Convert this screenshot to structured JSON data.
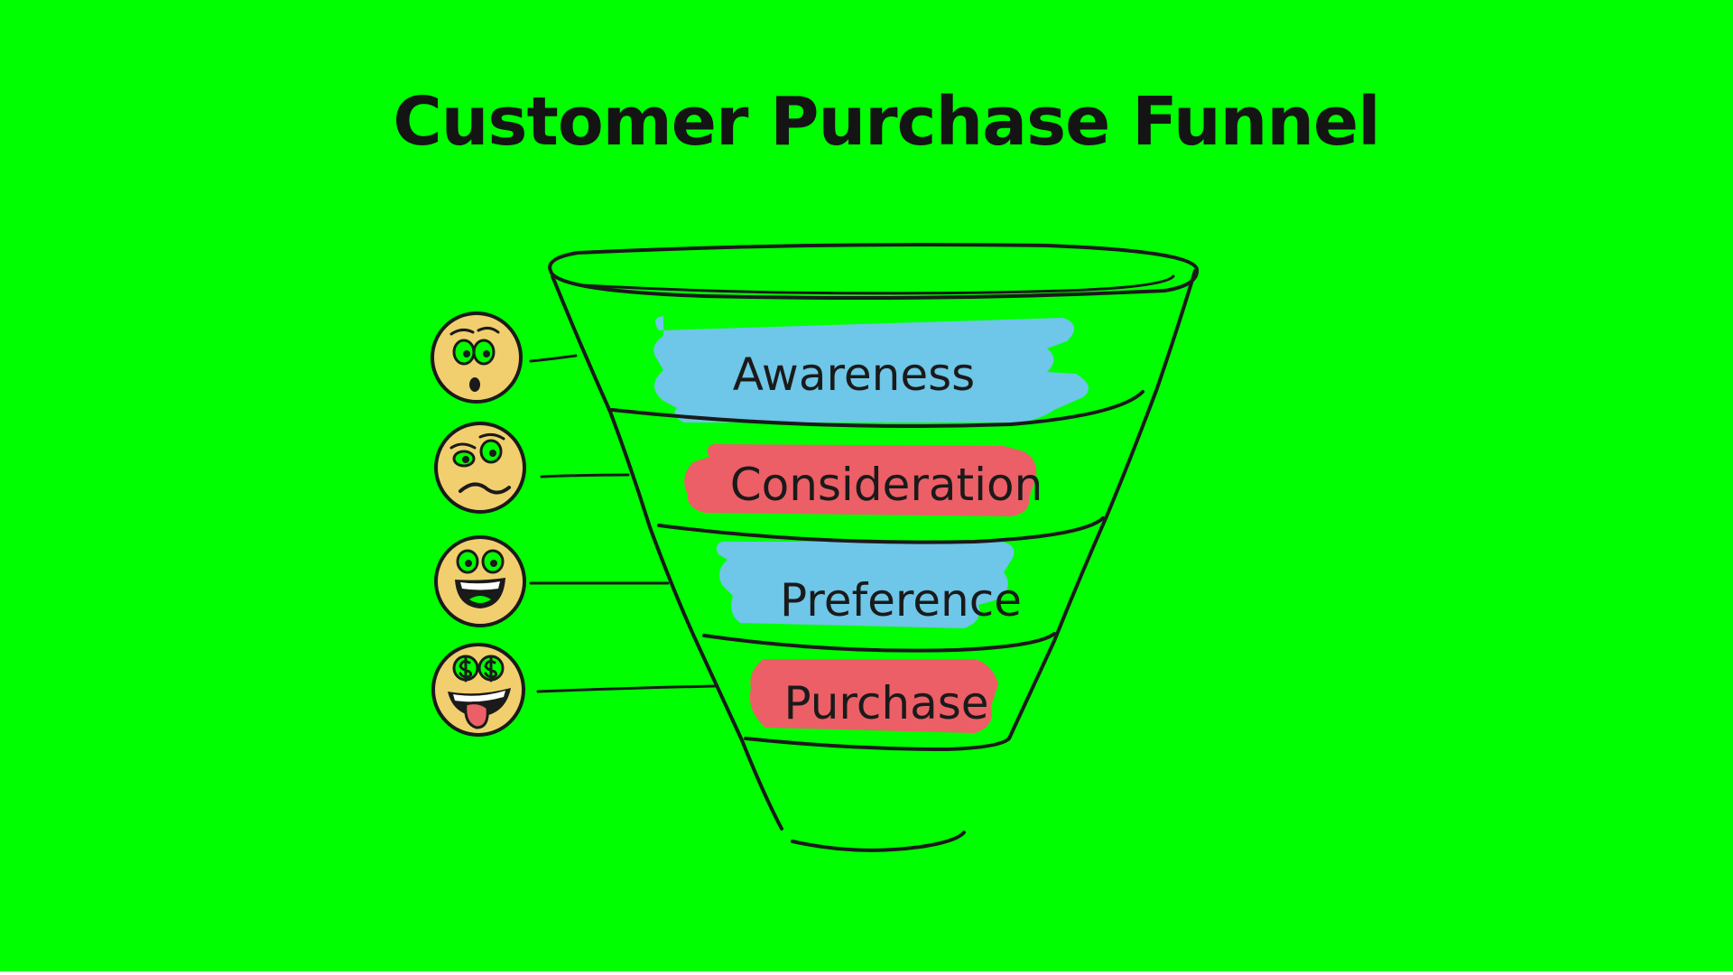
{
  "title": "Customer Purchase Funnel",
  "colors": {
    "background": "#00FF00",
    "awareness_band": "#6EC6E8",
    "consideration_band": "#EC5F66",
    "preference_band": "#6EC6E8",
    "purchase_band": "#EC5F66",
    "face_fill": "#F2CF6E",
    "ink": "#1a1a1a"
  },
  "stages": [
    {
      "label": "Awareness",
      "emoji": "surprised-face-icon"
    },
    {
      "label": "Consideration",
      "emoji": "skeptical-face-icon"
    },
    {
      "label": "Preference",
      "emoji": "happy-face-icon"
    },
    {
      "label": "Purchase",
      "emoji": "money-eyes-face-icon"
    }
  ]
}
